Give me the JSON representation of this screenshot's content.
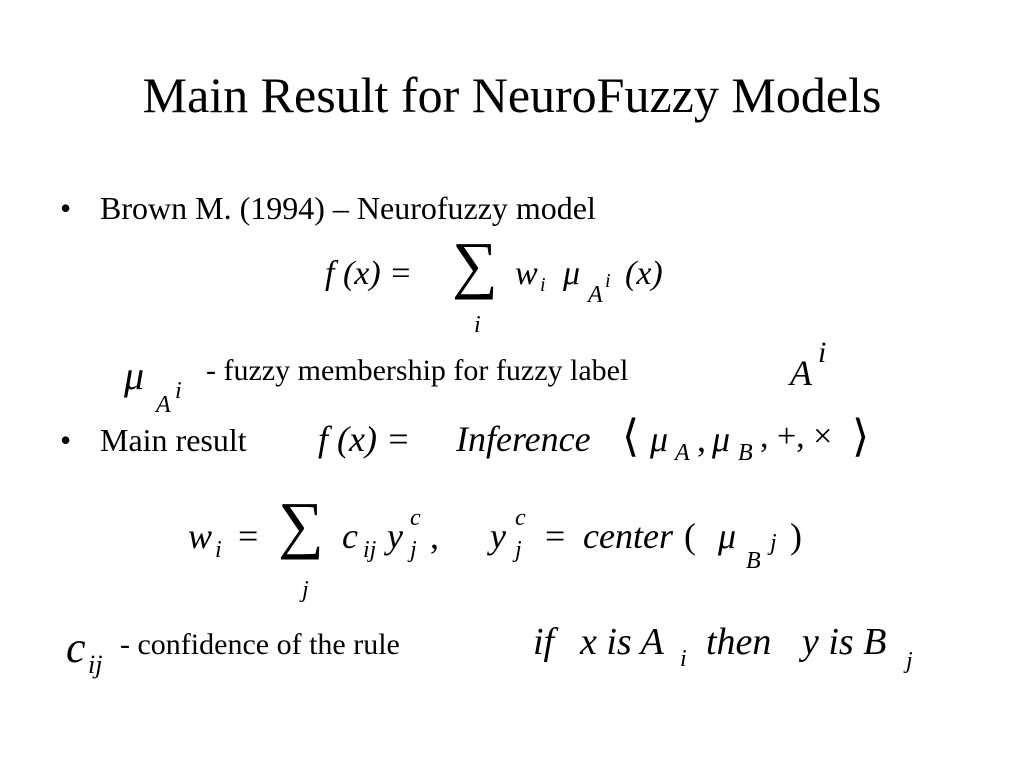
{
  "title": "Main Result for NeuroFuzzy Models",
  "bullets": [
    {
      "marker": "•",
      "text": "Brown M. (1994) – Neurofuzzy model"
    },
    {
      "marker": "•",
      "text": "Main result"
    }
  ],
  "eq1": {
    "lhs": "f (x) =",
    "sum": "∑",
    "sum_index": "i",
    "w": "w",
    "w_sub": "i",
    "mu": "μ",
    "mu_sub": "A",
    "mu_sup": "i",
    "arg": "(x)"
  },
  "membership": {
    "mu": "μ",
    "sub": "A",
    "sup": "i",
    "text": "- fuzzy membership for fuzzy label",
    "label": "A",
    "label_sup": "i"
  },
  "eq2": {
    "lhs": "f (x) =",
    "inference": "Inference",
    "langle": "⟨",
    "mu_a": "μ",
    "a": "A",
    "comma1": ",",
    "mu_b": "μ",
    "b": "B",
    "ops": ", +, ×",
    "rangle": "⟩"
  },
  "eq3": {
    "w": "w",
    "w_sub": "i",
    "eq": "=",
    "sum": "∑",
    "sum_index": "j",
    "c": "c",
    "c_sub": "ij",
    "y": "y",
    "y_sup": "c",
    "y_sub": "j",
    "comma": ",",
    "y2": "y",
    "y2_sup": "c",
    "y2_sub": "j",
    "eq2": "=",
    "center": "center",
    "paren_open": "(",
    "mu": "μ",
    "mu_sub": "B",
    "mu_sup": "j",
    "paren_close": ")"
  },
  "rule": {
    "c": "c",
    "c_sub": "ij",
    "text": "- confidence of  the rule",
    "if": "if",
    "x_is": "x is A",
    "a_sub": "i",
    "then": "then",
    "y_is": "y is B",
    "b_sub": "j"
  }
}
